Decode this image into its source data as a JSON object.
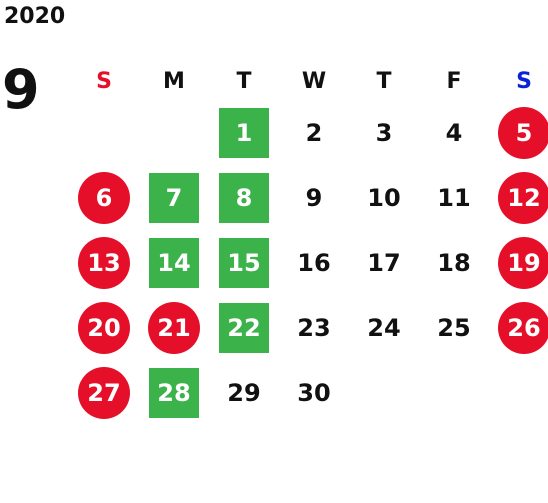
{
  "year": "2020",
  "month": "9",
  "weekdays": [
    {
      "label": "S",
      "kind": "sun",
      "color": "#e60f2a"
    },
    {
      "label": "M",
      "kind": "normal"
    },
    {
      "label": "T",
      "kind": "normal"
    },
    {
      "label": "W",
      "kind": "normal"
    },
    {
      "label": "T",
      "kind": "normal"
    },
    {
      "label": "F",
      "kind": "normal"
    },
    {
      "label": "S",
      "kind": "sat",
      "color": "#0a22d8"
    }
  ],
  "colors": {
    "holiday_red": "#e60f2a",
    "highlight_green": "#3cb24a",
    "text": "#111111"
  },
  "weeks": [
    [
      {
        "day": "",
        "style": "none"
      },
      {
        "day": "",
        "style": "none"
      },
      {
        "day": "1",
        "style": "green"
      },
      {
        "day": "2",
        "style": "plain"
      },
      {
        "day": "3",
        "style": "plain"
      },
      {
        "day": "4",
        "style": "plain"
      },
      {
        "day": "5",
        "style": "red"
      }
    ],
    [
      {
        "day": "6",
        "style": "red"
      },
      {
        "day": "7",
        "style": "green"
      },
      {
        "day": "8",
        "style": "green"
      },
      {
        "day": "9",
        "style": "plain"
      },
      {
        "day": "10",
        "style": "plain"
      },
      {
        "day": "11",
        "style": "plain"
      },
      {
        "day": "12",
        "style": "red"
      }
    ],
    [
      {
        "day": "13",
        "style": "red"
      },
      {
        "day": "14",
        "style": "green"
      },
      {
        "day": "15",
        "style": "green"
      },
      {
        "day": "16",
        "style": "plain"
      },
      {
        "day": "17",
        "style": "plain"
      },
      {
        "day": "18",
        "style": "plain"
      },
      {
        "day": "19",
        "style": "red"
      }
    ],
    [
      {
        "day": "20",
        "style": "red"
      },
      {
        "day": "21",
        "style": "red"
      },
      {
        "day": "22",
        "style": "green"
      },
      {
        "day": "23",
        "style": "plain"
      },
      {
        "day": "24",
        "style": "plain"
      },
      {
        "day": "25",
        "style": "plain"
      },
      {
        "day": "26",
        "style": "red"
      }
    ],
    [
      {
        "day": "27",
        "style": "red"
      },
      {
        "day": "28",
        "style": "green"
      },
      {
        "day": "29",
        "style": "plain"
      },
      {
        "day": "30",
        "style": "plain"
      },
      {
        "day": "",
        "style": "none"
      },
      {
        "day": "",
        "style": "none"
      },
      {
        "day": "",
        "style": "none"
      }
    ]
  ]
}
